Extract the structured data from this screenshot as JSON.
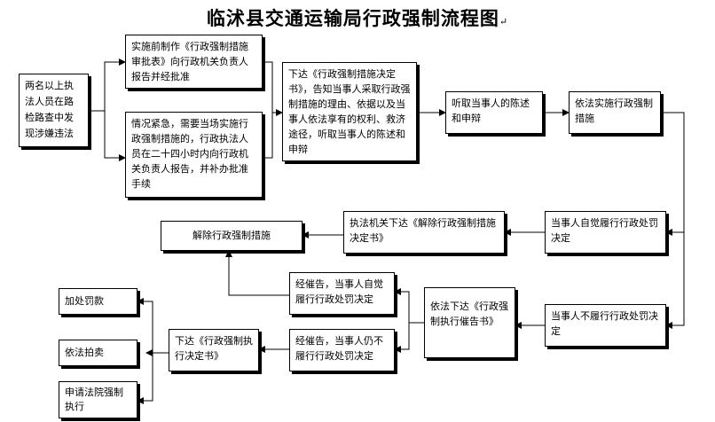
{
  "title": "临沭县交通运输局行政强制流程图",
  "return_mark": "↵",
  "boxes": {
    "b1": "两名以上执法人员在路检路查中发现涉嫌违法",
    "b2": "实施前制作《行政强制措施审批表》向行政机关负责人报告并经批准",
    "b3": "情况紧急，需要当场实施行政强制措施的，行政执法人员在二十四小时内向行政机关负责人报告，并补办批准手续",
    "b4": "下达《行政强制措施决定书》，告知当事人采取行政强制措施的理由、依据以及当事人依法享有的权利、救济途径，听取当事人的陈述和申辩",
    "b5": "听取当事人的陈述和申辩",
    "b6": "依法实施行政强制措施",
    "b7": "当事人自觉履行行政处罚决定",
    "b8": "执法机关下达《解除行政强制措施决定书》",
    "b9": "解除行政强制措施",
    "b10": "当事人不履行行政处罚决定",
    "b11": "依法下达《行政强制执行催告书》",
    "b12": "经催告，当事人自觉履行行政处罚决定",
    "b13": "经催告，当事人仍不履行行政处罚决定",
    "b14": "下达《行政强制执行决定书》",
    "b15": "加处罚款",
    "b16": "依法拍卖",
    "b17": "申请法院强制执行"
  }
}
